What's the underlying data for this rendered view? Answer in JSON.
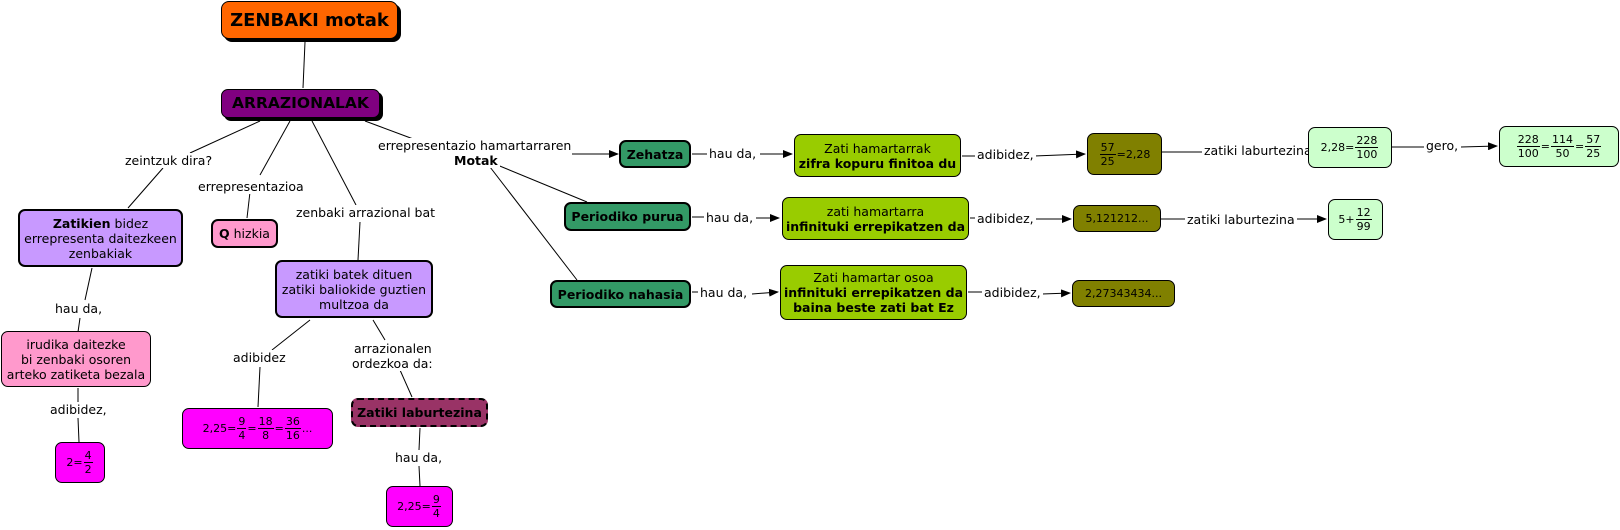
{
  "root": {
    "title": "ZENBAKI motak"
  },
  "rational": {
    "title": "ARRAZIONALAK"
  },
  "labels": {
    "zeintzuk": "zeintzuk dira?",
    "errepresentazioa": "errepresentazioa",
    "zenbaki_arrazional_bat": "zenbaki arrazional bat",
    "errep_hamartar": "errepresentazio hamartarraren",
    "motak": "Motak",
    "hau_da_1": "hau da,",
    "adibidez_1": "adibidez,",
    "adibidez_2": "adibidez",
    "arrazionalen": "arrazionalen",
    "ordezkoa": "ordezkoa da:",
    "hau_da_2": "hau da,",
    "zehatza_hau_da": "hau da,",
    "zehatza_adibidez": "adibidez,",
    "zehatza_laburtezina": "zatiki laburtezina",
    "gero": "gero,",
    "purua_hau_da": "hau da,",
    "purua_adibidez": "adibidez,",
    "purua_laburtezina": "zatiki laburtezina",
    "nahasia_hau_da": "hau da,",
    "nahasia_adibidez": "adibidez,"
  },
  "nodes": {
    "zatikien_bold": "Zatikien",
    "zatikien_rest": " bidez",
    "zatikien_line2": "errepresenta daitezkeen",
    "zatikien_line3": "zenbakiak",
    "q_bold": "Q",
    "q_rest": " hizkia",
    "zatiki_batek_1": "zatiki batek dituen",
    "zatiki_batek_2": "zatiki baliokide guztien",
    "zatiki_batek_3": "multzoa da",
    "irudika_1": "irudika daitezke",
    "irudika_2": "bi zenbaki osoren",
    "irudika_3": "arteko zatiketa bezala",
    "ex2_lhs": "2=",
    "ex2_num": "4",
    "ex2_den": "2",
    "ex225_lhs": "2,25=",
    "ex225_f1n": "9",
    "ex225_f1d": "4",
    "ex225_f2n": "18",
    "ex225_f2d": "8",
    "ex225_f3n": "36",
    "ex225_f3d": "16",
    "eq": "=",
    "dots": "...",
    "laburtezina": "Zatiki laburtezina",
    "ex225b_lhs": "2,25=",
    "ex225b_num": "9",
    "ex225b_den": "4",
    "zehatza": "Zehatza",
    "purua": "Periodiko purua",
    "nahasia": "Periodiko nahasia",
    "zehatza_desc_1": "Zati hamartarrak",
    "zehatza_desc_2": "zifra kopuru finitoa du",
    "purua_desc_1": "zati hamartarra",
    "purua_desc_2": "infinituki errepikatzen da",
    "nahasia_desc_1": "Zati hamartar osoa",
    "nahasia_desc_2": "infinituki errepikatzen da",
    "nahasia_desc_3": "baina beste zati bat Ez",
    "zehatza_ex_num": "57",
    "zehatza_ex_den": "25",
    "zehatza_ex_rhs": "=2,28",
    "purua_ex": "5,121212...",
    "nahasia_ex": "2,27343434...",
    "zl1_lhs": "2,28=",
    "zl1_num": "228",
    "zl1_den": "100",
    "zl2_f1n": "228",
    "zl2_f1d": "100",
    "zl2_f2n": "114",
    "zl2_f2d": "50",
    "zl2_f3n": "57",
    "zl2_f3d": "25",
    "zl3_lhs": "5+",
    "zl3_num": "12",
    "zl3_den": "99"
  },
  "colors": {
    "root": "#ff6600",
    "rational": "#800080",
    "lilac": "#c899ff",
    "pink": "#ff99cc",
    "magenta": "#ff00ff",
    "plum": "#993366",
    "teal": "#339966",
    "lime": "#99cc00",
    "olive": "#808000",
    "mint": "#ccffcc"
  }
}
